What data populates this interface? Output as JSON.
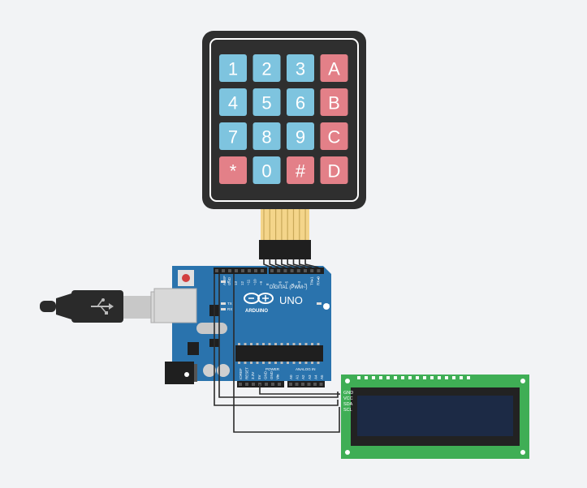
{
  "keypad": {
    "keys": [
      {
        "label": "1",
        "kind": "num"
      },
      {
        "label": "2",
        "kind": "num"
      },
      {
        "label": "3",
        "kind": "num"
      },
      {
        "label": "A",
        "kind": "letter"
      },
      {
        "label": "4",
        "kind": "num"
      },
      {
        "label": "5",
        "kind": "num"
      },
      {
        "label": "6",
        "kind": "num"
      },
      {
        "label": "B",
        "kind": "letter"
      },
      {
        "label": "7",
        "kind": "num"
      },
      {
        "label": "8",
        "kind": "num"
      },
      {
        "label": "9",
        "kind": "num"
      },
      {
        "label": "C",
        "kind": "letter"
      },
      {
        "label": "*",
        "kind": "letter"
      },
      {
        "label": "0",
        "kind": "num"
      },
      {
        "label": "#",
        "kind": "letter"
      },
      {
        "label": "D",
        "kind": "letter"
      }
    ],
    "colors": {
      "num": "#7ec4df",
      "letter": "#e38088",
      "body": "#2f2f2f",
      "frame": "#ffffff"
    }
  },
  "arduino": {
    "brand": "ARDUINO",
    "model": "UNO",
    "digital_label": "DIGITAL (PWM~)",
    "power_label": "POWER",
    "analog_label": "ANALOG IN",
    "aref_label": "AREF",
    "gnd_label": "GND",
    "tx_label": "TX",
    "rx_label": "RX",
    "on_label": "ON",
    "l_label": "L",
    "digital_pins": [
      "13",
      "12",
      "~11",
      "~10",
      "~9",
      "8",
      "7",
      "~6",
      "~5",
      "4",
      "~3",
      "2",
      "TX▸1",
      "RX◂0"
    ],
    "power_pins": [
      "IOREF",
      "RESET",
      "3.3V",
      "5V",
      "GND",
      "GND",
      "Vin"
    ],
    "analog_pins": [
      "A0",
      "A1",
      "A2",
      "A3",
      "A4",
      "A5"
    ],
    "colors": {
      "board": "#2a73ad",
      "header": "#1f1f1f"
    }
  },
  "lcd": {
    "pins": [
      "GND",
      "VCC",
      "SDA",
      "SCL"
    ],
    "colors": {
      "board": "#3fae55",
      "screen": "#1c2a45",
      "bezel": "#222"
    }
  },
  "wires": {
    "color": "#2a2a2a"
  }
}
